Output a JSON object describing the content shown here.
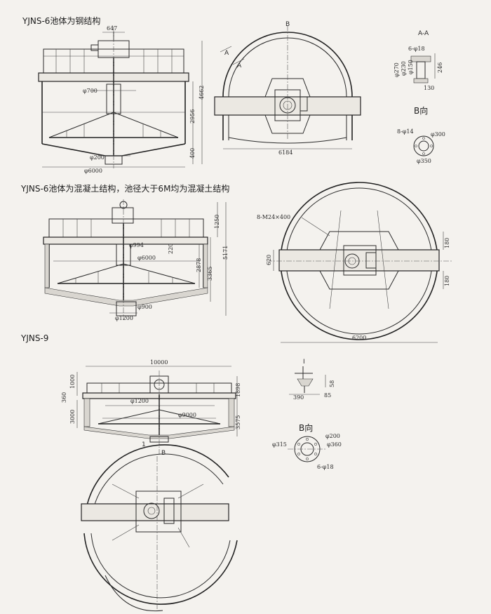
{
  "titles": {
    "t1": "YJNS-6池体为钢结构",
    "t2": "YJNS-6池体为混凝土结构，池径大于6M均为混凝土结构",
    "t3": "YJNS-9"
  },
  "section1": {
    "dims": {
      "d647": "647",
      "d700": "φ700",
      "d200": "φ200",
      "d6000": "φ6000",
      "d4662": "4662",
      "d2956": "2956",
      "d400": "400",
      "d6184": "6184"
    },
    "plan_labels": {
      "b": "B",
      "a1": "A",
      "a2": "A"
    },
    "aa": {
      "title": "A-A",
      "holes": "6-φ18",
      "d270": "φ270",
      "d230": "φ230",
      "d150": "φ150",
      "h246": "246",
      "w130": "130"
    },
    "bview": {
      "title": "B向",
      "holes": "8-φ14",
      "d300": "φ300",
      "d350": "φ350"
    }
  },
  "section2": {
    "dims": {
      "d994": "φ994",
      "d6000": "φ6000",
      "d900": "φ900",
      "d1200": "φ1200",
      "h1250": "1250",
      "h220": "220",
      "h2878": "2878",
      "h3365": "3365",
      "h5171": "5171"
    },
    "plan": {
      "bolts": "8-M24×400",
      "d620": "620",
      "d180a": "180",
      "d180b": "180",
      "w6200": "6200"
    }
  },
  "section3": {
    "dims": {
      "w10000": "10000",
      "h1000": "1000",
      "h360": "360",
      "h3000": "3000",
      "d1200": "φ1200",
      "d9000": "φ9000",
      "h1898": "1898",
      "h3575": "3575",
      "mark1": "1",
      "markB": "B"
    },
    "detail1": {
      "title": "I",
      "n58": "58",
      "n390": "390",
      "n85": "85"
    },
    "bview": {
      "title": "B向",
      "d200": "φ200",
      "d315": "φ315",
      "d360": "φ360",
      "holes": "6-φ18"
    }
  }
}
